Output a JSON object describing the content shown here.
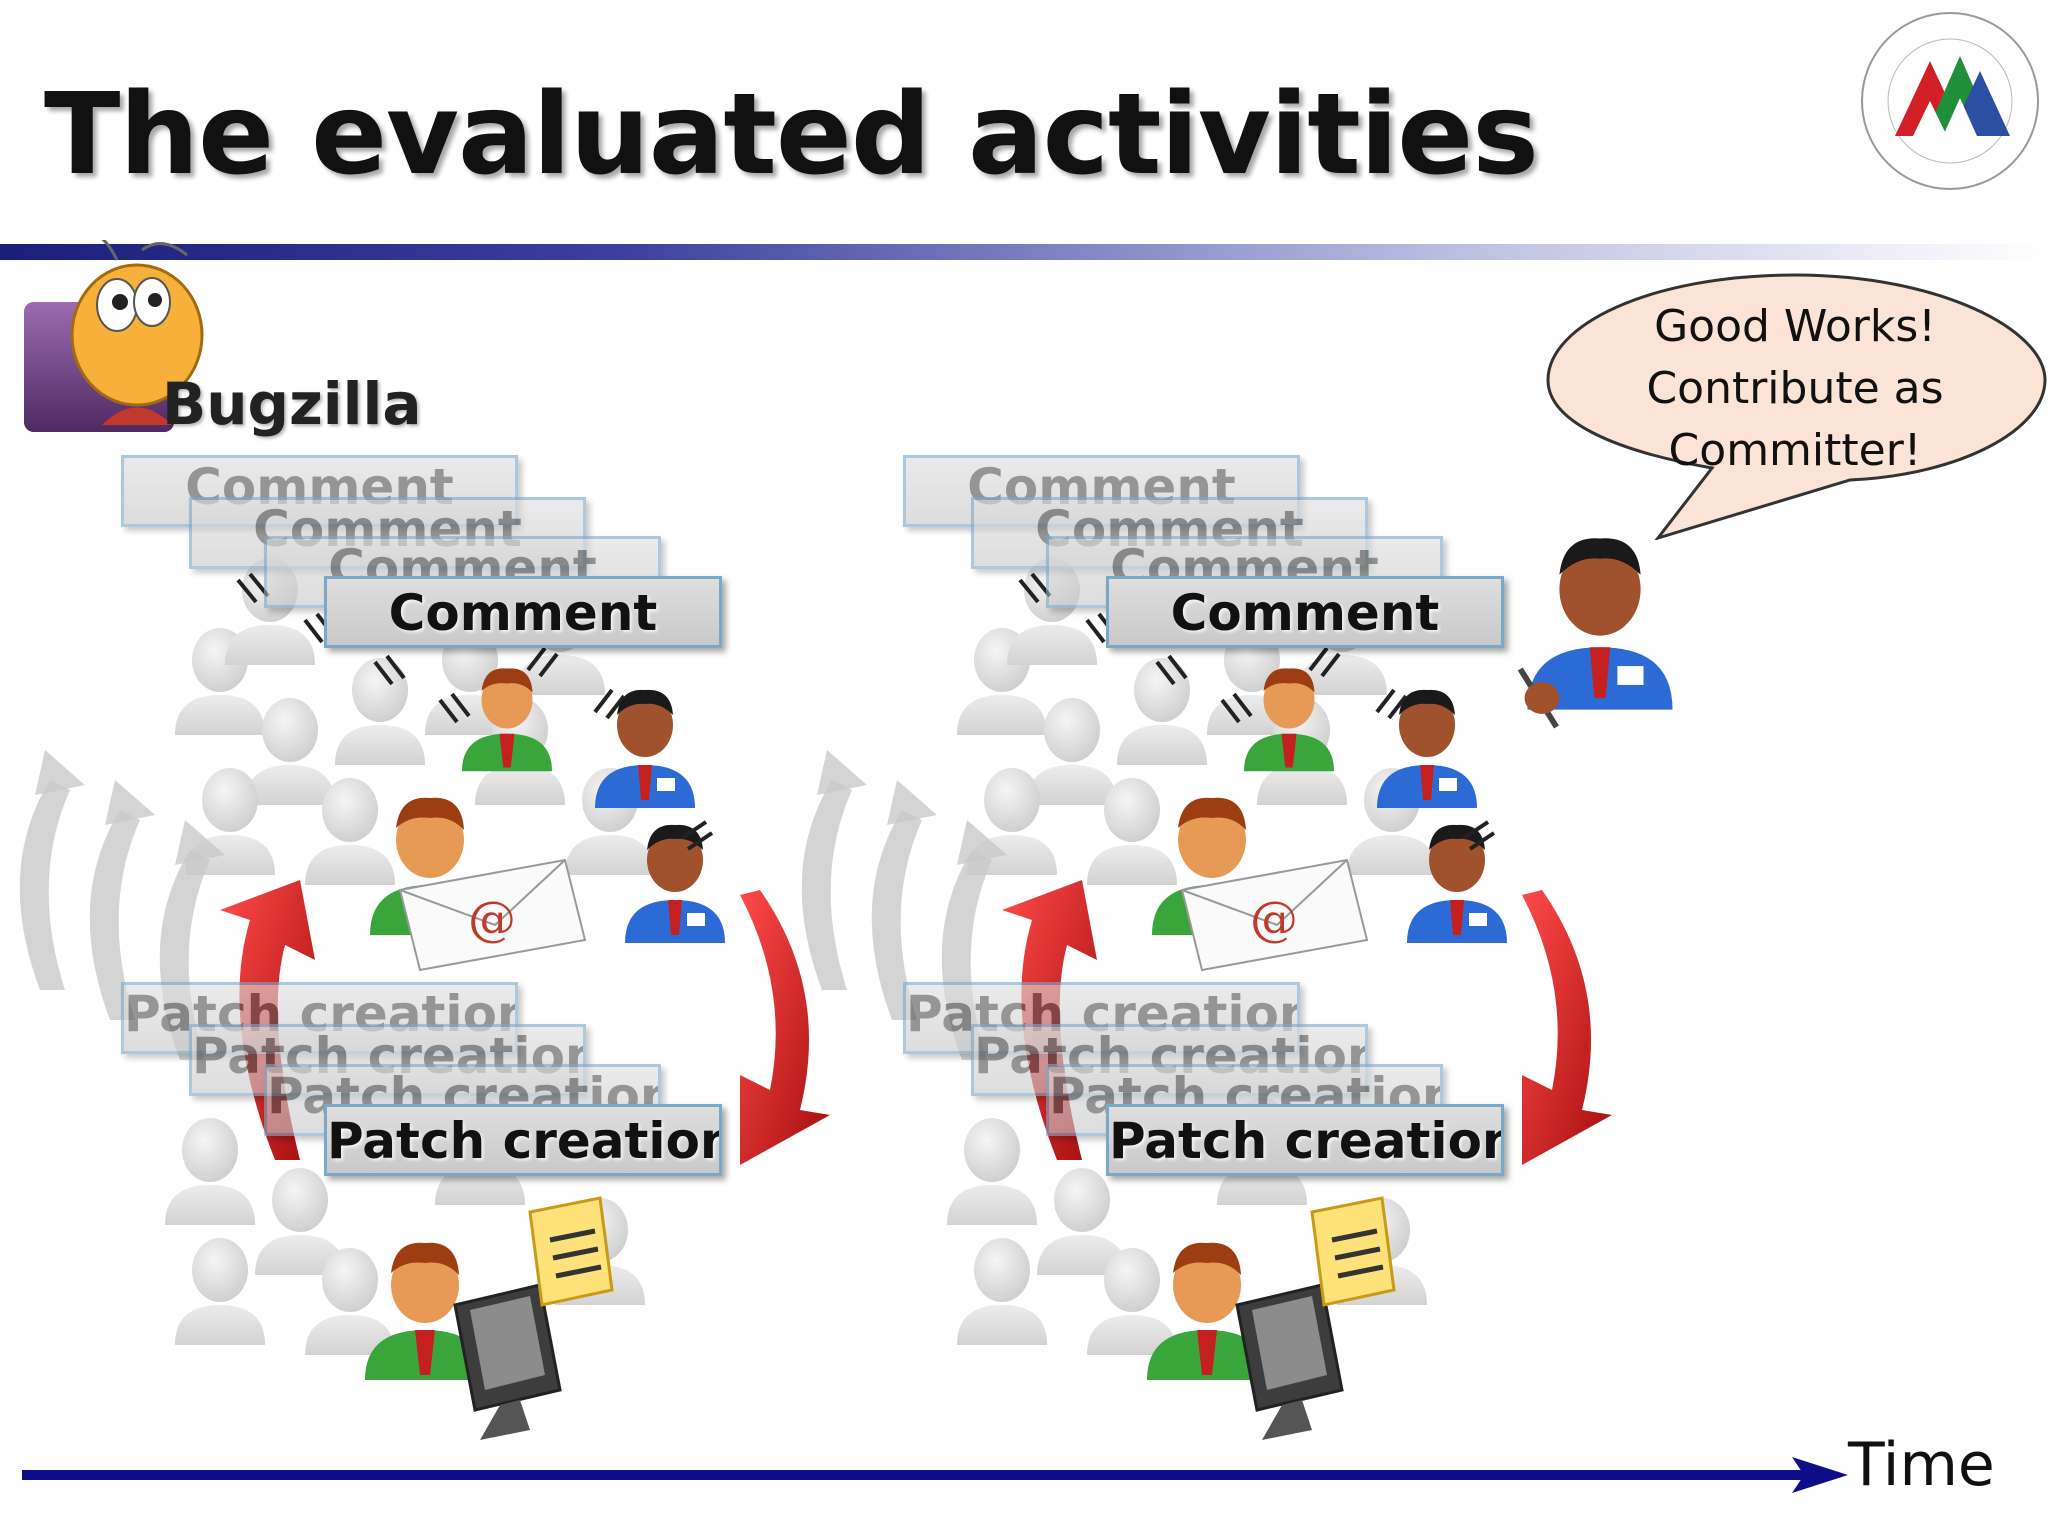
{
  "slide": {
    "title": "The evaluated activities",
    "bugzilla_label": "Bugzilla",
    "time_label": "Time"
  },
  "speech_bubble": {
    "lines": [
      "Good Works!",
      "Contribute as",
      "Committer!"
    ]
  },
  "scenes": [
    {
      "comment_stack": [
        "Comment",
        "Comment",
        "Comment",
        "Comment"
      ],
      "patch_stack": [
        "Patch creation",
        "Patch creation",
        "Patch creation",
        "Patch creation"
      ]
    },
    {
      "comment_stack": [
        "Comment",
        "Comment",
        "Comment",
        "Comment"
      ],
      "patch_stack": [
        "Patch creation",
        "Patch creation",
        "Patch creation",
        "Patch creation"
      ]
    }
  ],
  "colors": {
    "rule": "#1a1f7a",
    "timeline": "#0e0e8a",
    "box_border": "#79a9c8",
    "arrow_red": "#d11a1a",
    "bubble_fill": "#fbe4d5"
  }
}
